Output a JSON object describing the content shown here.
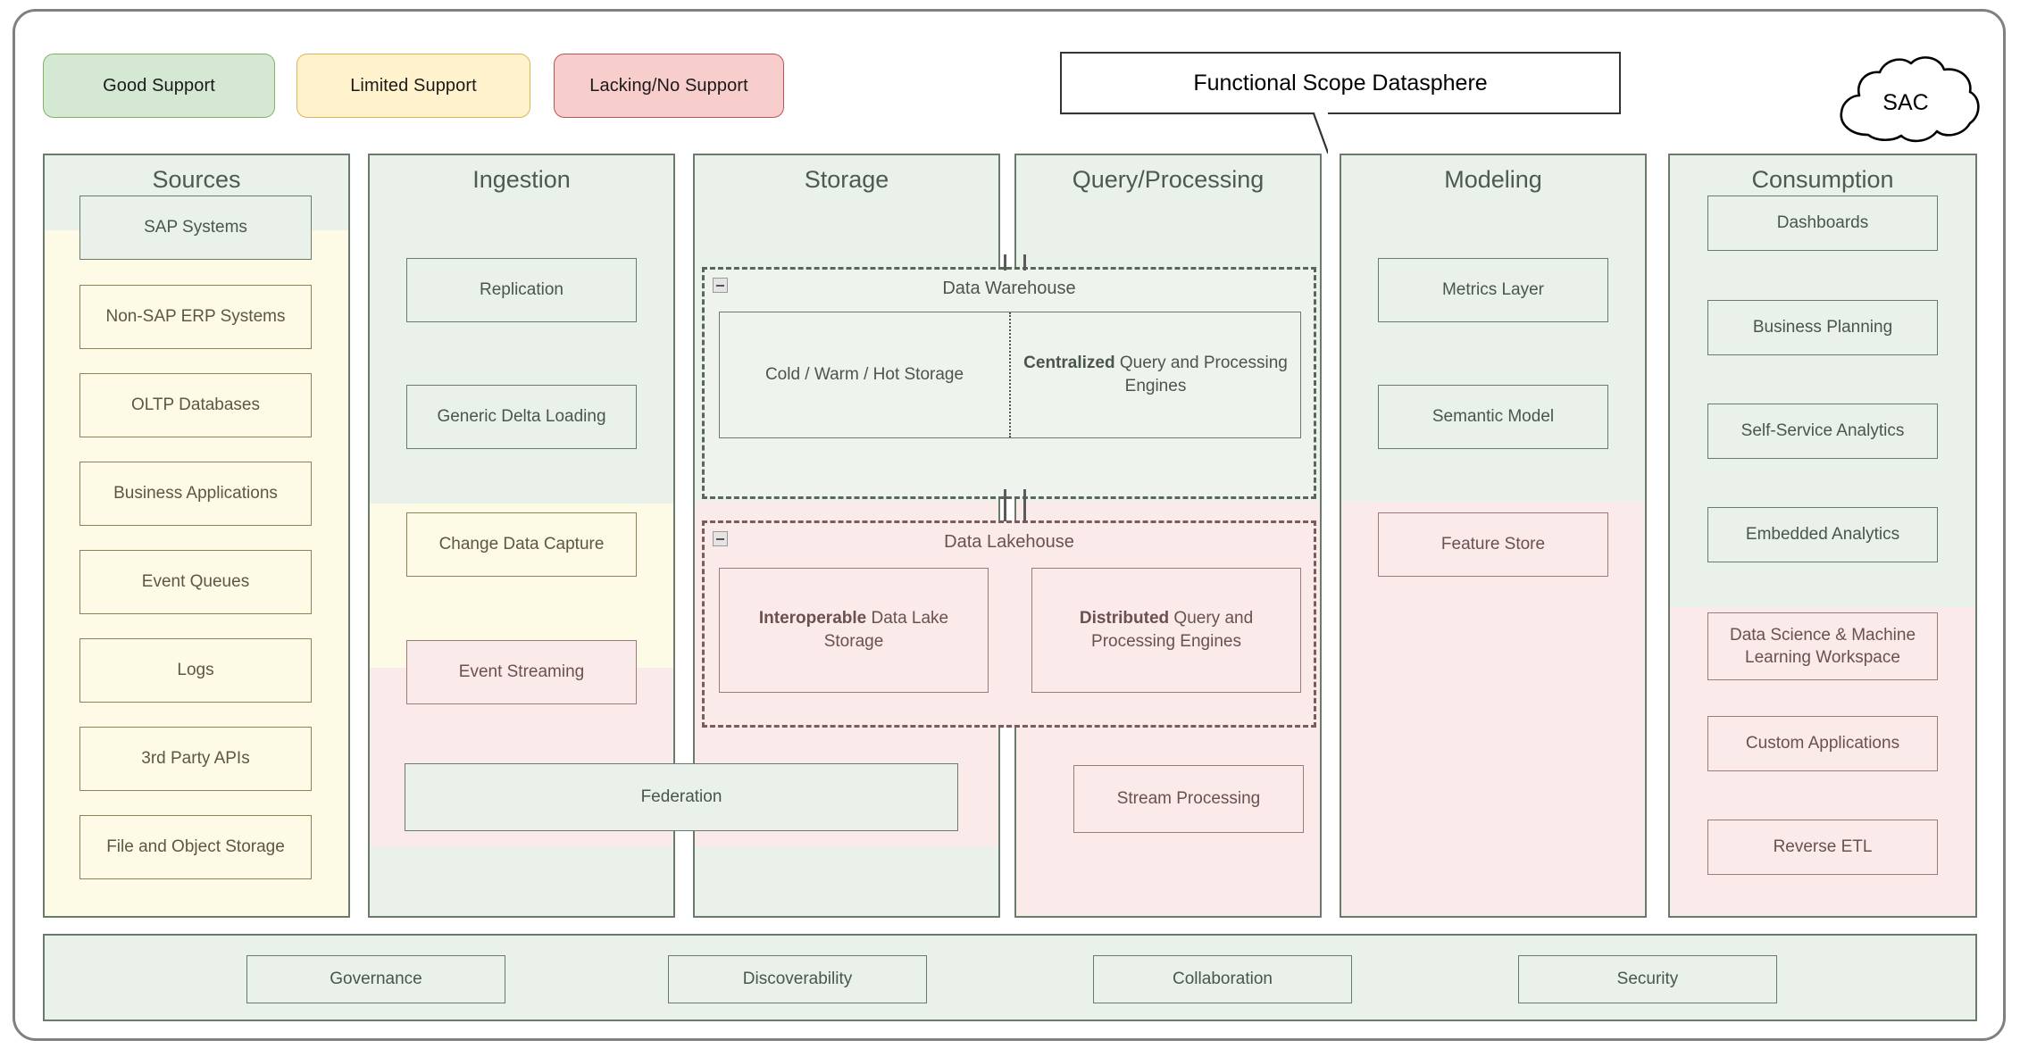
{
  "legend": [
    {
      "label": "Good Support",
      "color": "#d5e8d4",
      "border": "#82b366"
    },
    {
      "label": "Limited Support",
      "color": "#fff2cc",
      "border": "#d6b656"
    },
    {
      "label": "Lacking/No Support",
      "color": "#f8cecc",
      "border": "#b85450"
    }
  ],
  "callout": {
    "label": "Functional Scope Datasphere"
  },
  "cloud": {
    "label": "SAC"
  },
  "columns": [
    {
      "title": "Sources",
      "nodes": [
        {
          "label": "SAP Systems",
          "support": "good"
        },
        {
          "label": "Non-SAP ERP Systems",
          "support": "limited"
        },
        {
          "label": "OLTP Databases",
          "support": "limited"
        },
        {
          "label": "Business Applications",
          "support": "limited"
        },
        {
          "label": "Event Queues",
          "support": "limited"
        },
        {
          "label": "Logs",
          "support": "limited"
        },
        {
          "label": "3rd Party APIs",
          "support": "limited"
        },
        {
          "label": "File and Object Storage",
          "support": "limited"
        }
      ]
    },
    {
      "title": "Ingestion",
      "nodes": [
        {
          "label": "Replication",
          "support": "good"
        },
        {
          "label": "Generic Delta Loading",
          "support": "good"
        },
        {
          "label": "Change Data Capture",
          "support": "limited"
        },
        {
          "label": "Event Streaming",
          "support": "lacking"
        },
        {
          "label": "Federation",
          "support": "good"
        }
      ]
    },
    {
      "title": "Storage",
      "nodes": []
    },
    {
      "title": "Query/Processing",
      "nodes": [
        {
          "label": "Stream Processing",
          "support": "lacking"
        }
      ]
    },
    {
      "title": "Modeling",
      "nodes": [
        {
          "label": "Metrics Layer",
          "support": "good"
        },
        {
          "label": "Semantic Model",
          "support": "good"
        },
        {
          "label": "Feature Store",
          "support": "lacking"
        }
      ]
    },
    {
      "title": "Consumption",
      "nodes": [
        {
          "label": "Dashboards",
          "support": "good"
        },
        {
          "label": "Business Planning",
          "support": "good"
        },
        {
          "label": "Self-Service Analytics",
          "support": "good"
        },
        {
          "label": "Embedded Analytics",
          "support": "good"
        },
        {
          "label": "Data Science & Machine Learning Workspace",
          "support": "lacking"
        },
        {
          "label": "Custom Applications",
          "support": "lacking"
        },
        {
          "label": "Reverse ETL",
          "support": "lacking"
        }
      ]
    }
  ],
  "groups": [
    {
      "title": "Data Warehouse",
      "support": "good",
      "cells": [
        {
          "bold": "",
          "rest": "Cold / Warm / Hot Storage"
        },
        {
          "bold": "Centralized",
          "rest": " Query and Processing Engines"
        }
      ]
    },
    {
      "title": "Data Lakehouse",
      "support": "lacking",
      "cells": [
        {
          "bold": "Interoperable",
          "rest": " Data Lake Storage"
        },
        {
          "bold": "Distributed",
          "rest": " Query and Processing Engines"
        }
      ]
    }
  ],
  "bottom_bar": {
    "nodes": [
      {
        "label": "Governance",
        "support": "good"
      },
      {
        "label": "Discoverability",
        "support": "good"
      },
      {
        "label": "Collaboration",
        "support": "good"
      },
      {
        "label": "Security",
        "support": "good"
      }
    ]
  },
  "colors": {
    "good": "#eaf1ea",
    "limited": "#fdfae6",
    "lacking": "#fbeaea",
    "frame_border": "#808080",
    "node_border_good": "#6b7b6b",
    "node_border_limited": "#8a8458",
    "node_border_lacking": "#9b7b7b"
  }
}
